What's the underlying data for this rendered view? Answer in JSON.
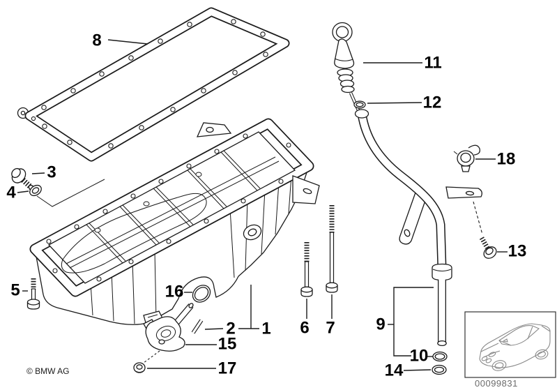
{
  "diagram": {
    "callouts": {
      "c1": "1",
      "c2": "2",
      "c3": "3",
      "c4": "4",
      "c5": "5",
      "c6": "6",
      "c7": "7",
      "c8": "8",
      "c9": "9",
      "c10": "10",
      "c11": "11",
      "c12": "12",
      "c13": "13",
      "c14": "14",
      "c15": "15",
      "c16": "16",
      "c17": "17",
      "c18": "18"
    },
    "colors": {
      "line": "#1a1a1a",
      "thumbnail_line": "#8a8a8a",
      "code_text": "#6b6b6b"
    }
  },
  "footer": {
    "copyright": "© BMW AG"
  },
  "thumbnail": {
    "code": "00099831"
  }
}
